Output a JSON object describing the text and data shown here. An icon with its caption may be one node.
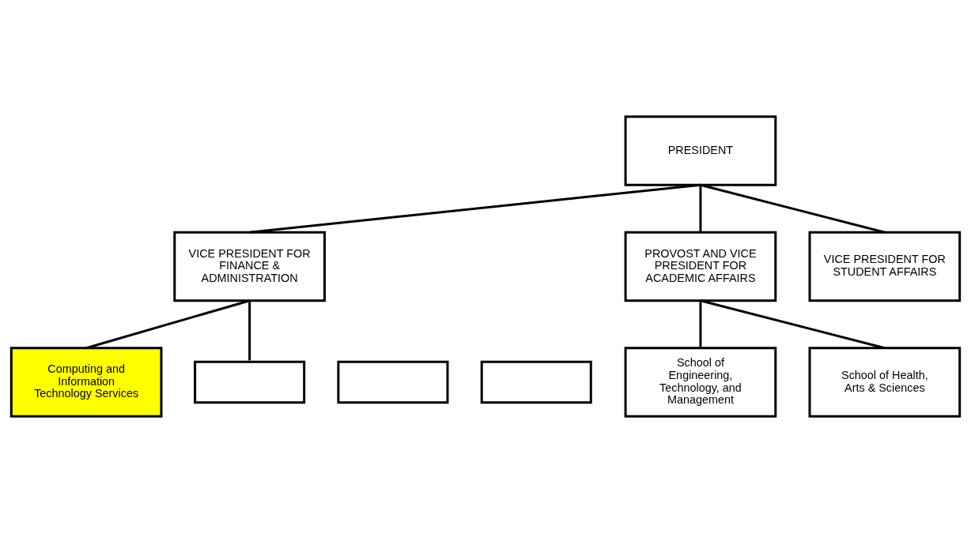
{
  "diagram": {
    "nodes": [
      {
        "text": [
          "PRESIDENT"
        ]
      },
      {
        "text": [
          "VICE PRESIDENT FOR FINANCE & ADMINISTRATION"
        ]
      },
      {
        "text": [
          "PROVOST AND VICE PRESIDENT FOR ACADEMIC AFFAIRS"
        ]
      },
      {
        "text": [
          "VICE PRESIDENT FOR STUDENT AFFAIRS"
        ]
      },
      {
        "text": [
          "School of Engineering, Technology, and Management"
        ]
      },
      {
        "text": [
          "School of Health, Arts & Sciences"
        ]
      },
      {
        "text": [
          "Computing and Information Technology Services"
        ]
      },
      {
        "text": [],
        "shape": "box"
      },
      {
        "text": [],
        "shape": "box"
      },
      {
        "text": [],
        "shape": "box"
      }
    ],
    "edges": [
      {
        "from": 0,
        "to": 1,
        "arrow": "none"
      },
      {
        "from": 0,
        "to": 2,
        "arrow": "none"
      },
      {
        "from": 0,
        "to": 3,
        "arrow": "none"
      },
      {
        "from": 2,
        "to": 4,
        "arrow": "none"
      },
      {
        "from": 2,
        "to": 5,
        "arrow": "none"
      },
      {
        "from": 1,
        "to": 6,
        "arrow": "none"
      },
      {
        "from": 1,
        "to": 7,
        "arrow": "none"
      }
    ]
  }
}
